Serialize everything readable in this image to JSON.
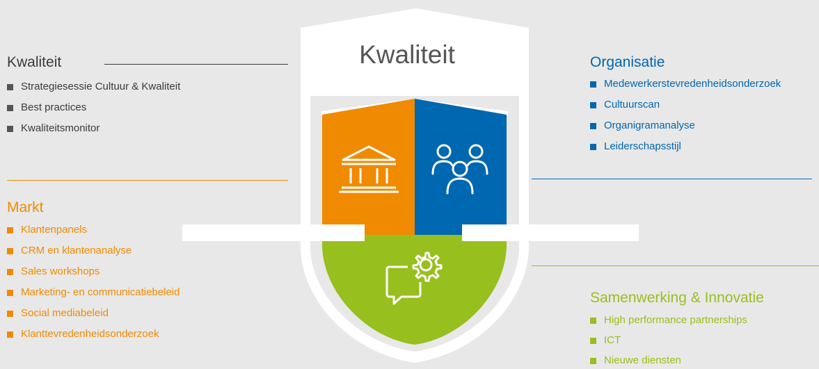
{
  "center_title": "Kwaliteit",
  "colors": {
    "dark": "#3a3a3a",
    "orange": "#f08a00",
    "blue": "#0067b1",
    "green": "#97bf1d",
    "bullet_dark": "#555555",
    "background": "#e8e8e8"
  },
  "icons": {
    "orange_panel": "institution-building-icon",
    "blue_panel": "people-group-icon",
    "green_panel": "chat-gear-icon"
  },
  "sections": {
    "kwaliteit": {
      "title": "Kwaliteit",
      "items": [
        "Strategiesessie Cultuur & Kwaliteit",
        "Best practices",
        "Kwaliteitsmonitor"
      ]
    },
    "markt": {
      "title": "Markt",
      "items": [
        "Klantenpanels",
        "CRM en klantenanalyse",
        "Sales workshops",
        "Marketing- en communicatiebeleid",
        "Social mediabeleid",
        "Klanttevredenheidsonderzoek"
      ]
    },
    "organisatie": {
      "title": "Organisatie",
      "items": [
        "Medewerkerstevredenheidsonderzoek",
        "Cultuurscan",
        "Organigramanalyse",
        "Leiderschapsstijl"
      ]
    },
    "samenwerking": {
      "title": "Samenwerking & Innovatie",
      "items": [
        "High performance partnerships",
        "ICT",
        "Nieuwe diensten"
      ]
    }
  }
}
